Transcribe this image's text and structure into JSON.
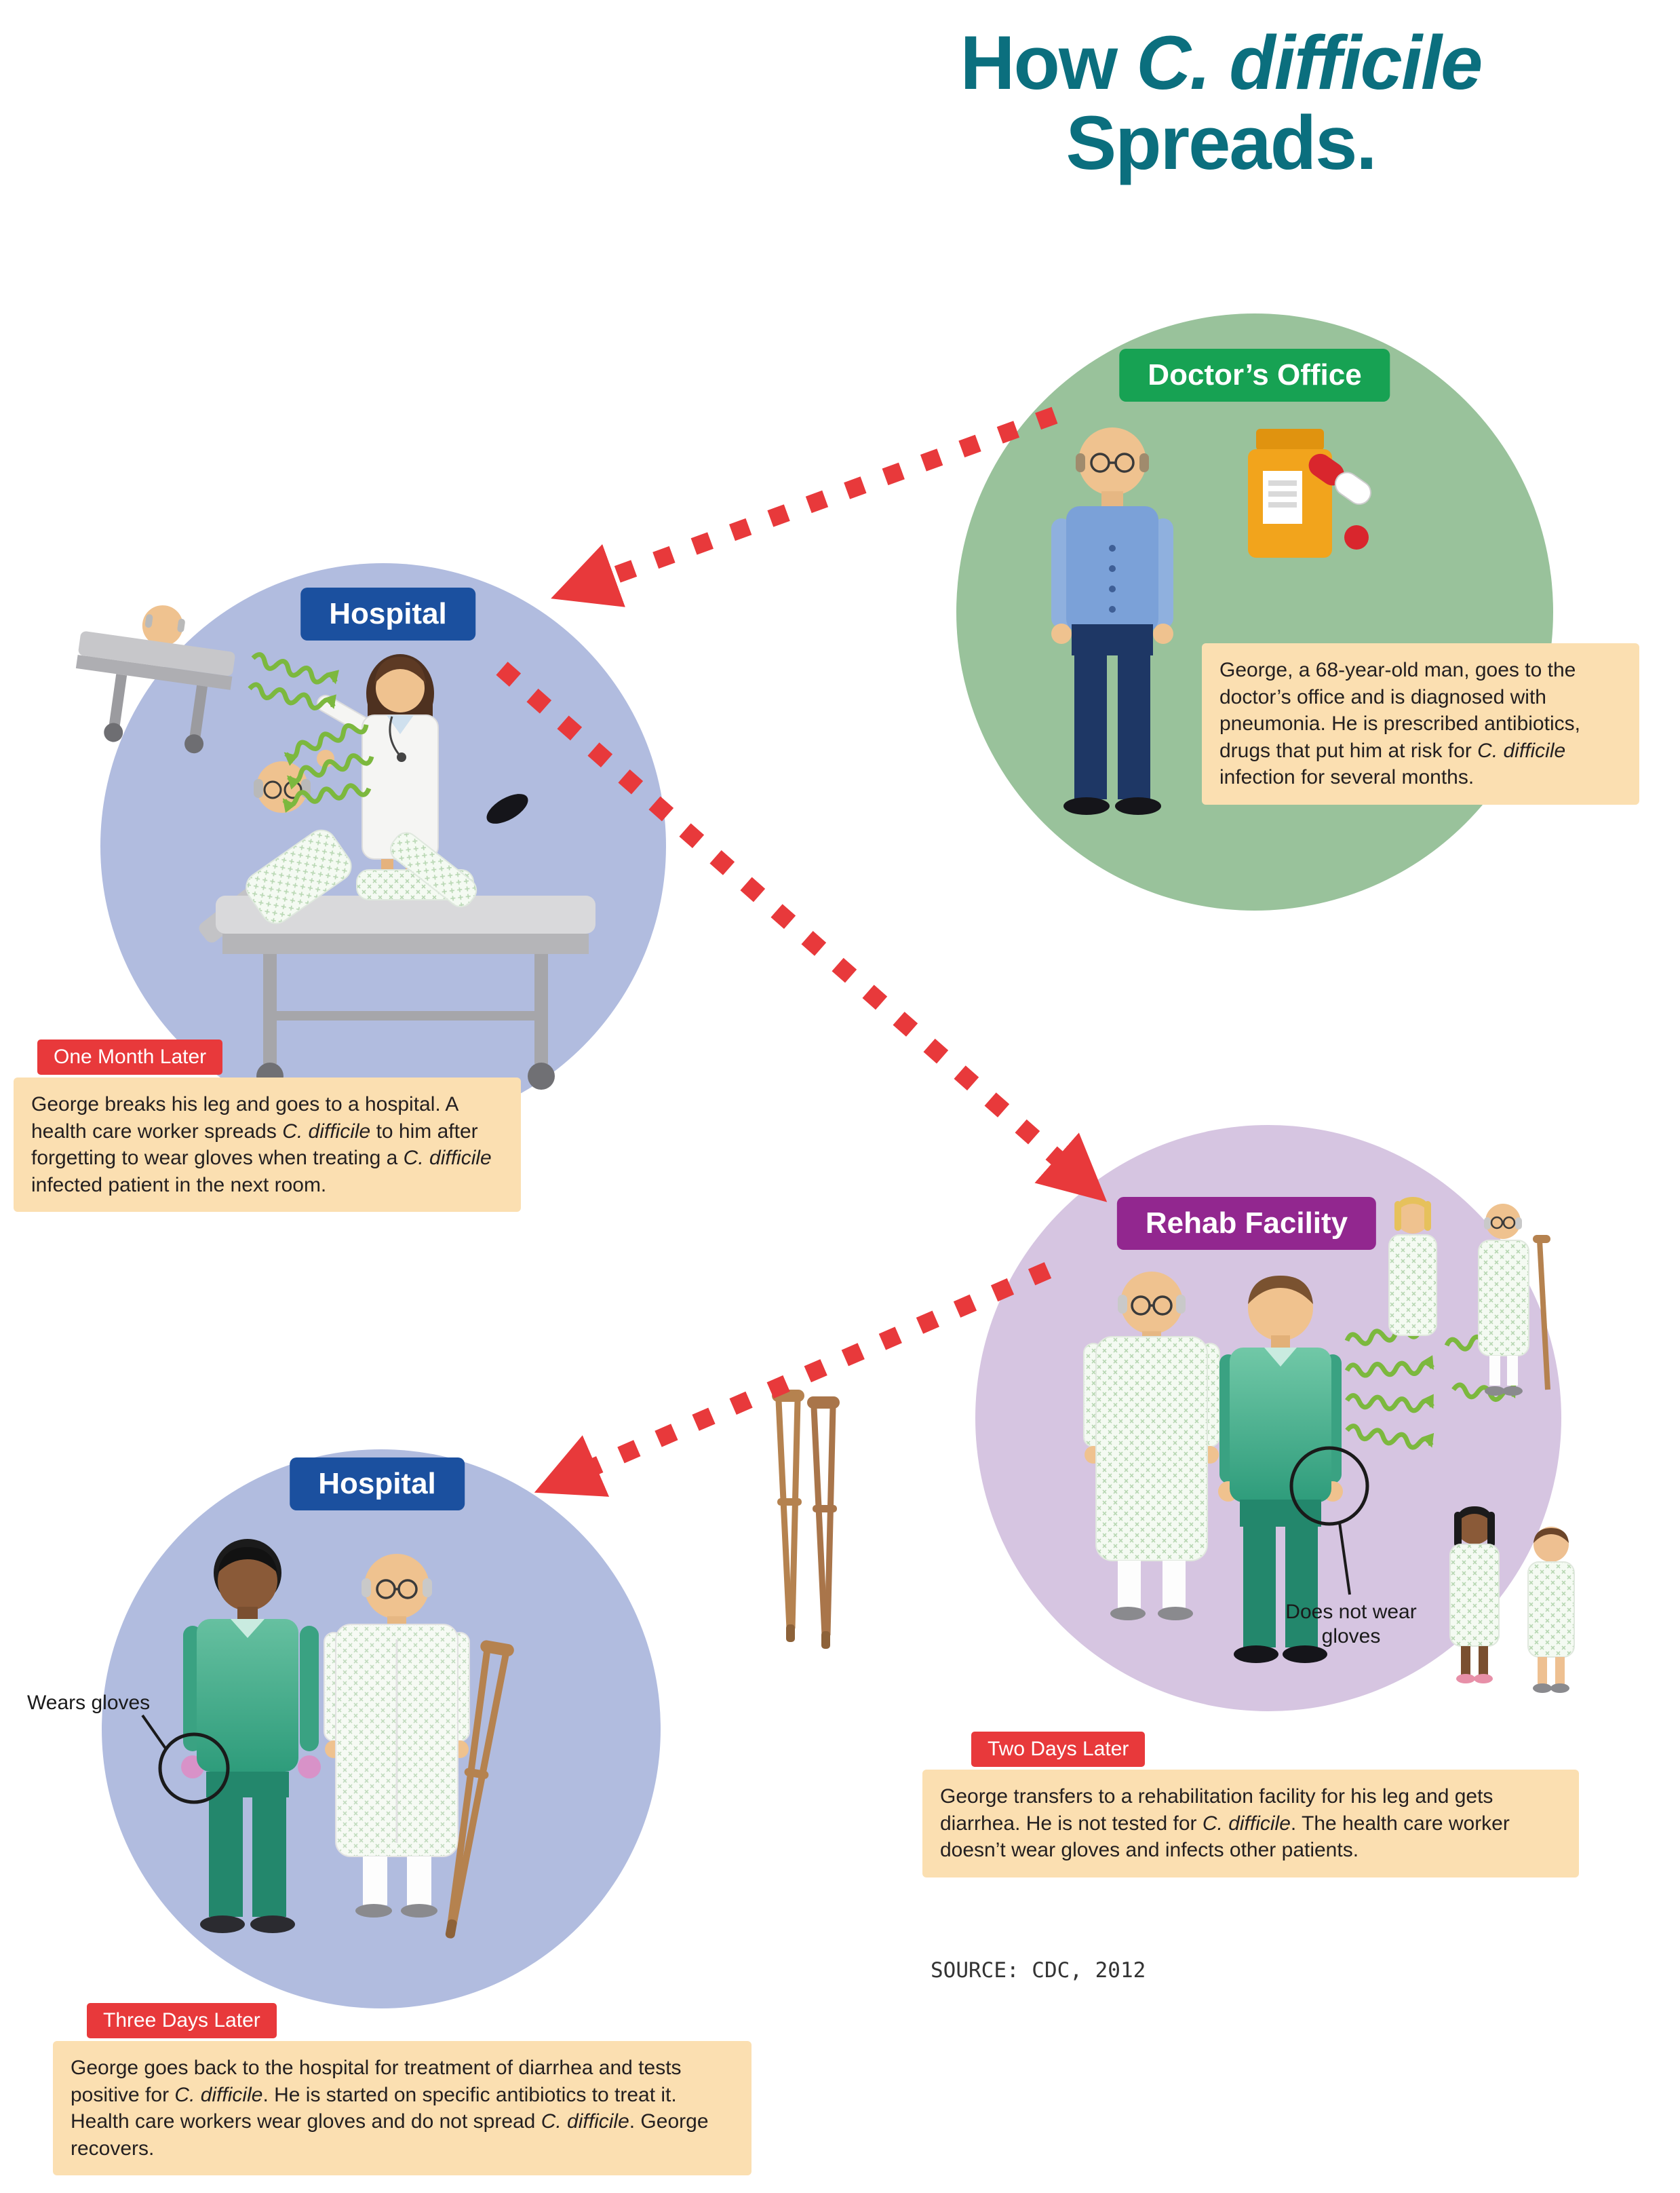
{
  "title": {
    "how": "How ",
    "cdiff": "C. difficile",
    "spreads": "Spreads."
  },
  "source": "SOURCE: CDC, 2012",
  "colors": {
    "title_teal": "#0b6f7e",
    "arrow_red": "#e8393b",
    "badge_red": "#e8393b",
    "caption_bg": "#fbdfb1",
    "caption_text": "#231f20",
    "doctors_circle": "#99c29b",
    "hospital_circle": "#b1bcdf",
    "rehab_circle": "#d6c5e1",
    "doctors_label_bg": "#17a253",
    "hospital_label_bg": "#1b509f",
    "rehab_label_bg": "#92278f",
    "squiggle_green": "#7cb83e"
  },
  "stages": {
    "doctors_office": {
      "label": "Doctor’s Office",
      "caption": [
        {
          "t": "George, a 68-year-old man, goes to the doctor’s office and is diagnosed with pneumonia. He is prescribed antibiotics, drugs that put him at risk for "
        },
        {
          "t": "C. difficile",
          "i": true
        },
        {
          "t": " infection for several months."
        }
      ]
    },
    "hospital1": {
      "label": "Hospital",
      "badge": "One Month Later",
      "caption": [
        {
          "t": "George breaks his leg and goes to a hospital. A health care worker spreads "
        },
        {
          "t": "C. difficile",
          "i": true
        },
        {
          "t": " to him after forgetting to wear gloves when treating a "
        },
        {
          "t": "C. difficile",
          "i": true
        },
        {
          "t": " infected patient in the next room."
        }
      ]
    },
    "rehab": {
      "label": "Rehab Facility",
      "badge": "Two Days Later",
      "annotation": "Does not wear gloves",
      "caption": [
        {
          "t": "George transfers to a rehabilitation facility for his leg and gets diarrhea. He is not tested for "
        },
        {
          "t": "C. difficile",
          "i": true
        },
        {
          "t": ". The health care worker doesn’t wear gloves and infects other patients."
        }
      ]
    },
    "hospital2": {
      "label": "Hospital",
      "badge": "Three Days Later",
      "annotation": "Wears gloves",
      "caption": [
        {
          "t": "George goes back to the hospital for treatment of diarrhea and tests positive for "
        },
        {
          "t": "C. difficile",
          "i": true
        },
        {
          "t": ". He is started on specific antibiotics to treat it. Health care workers wear gloves and do not spread "
        },
        {
          "t": "C. difficile",
          "i": true
        },
        {
          "t": ". George recovers."
        }
      ]
    }
  }
}
